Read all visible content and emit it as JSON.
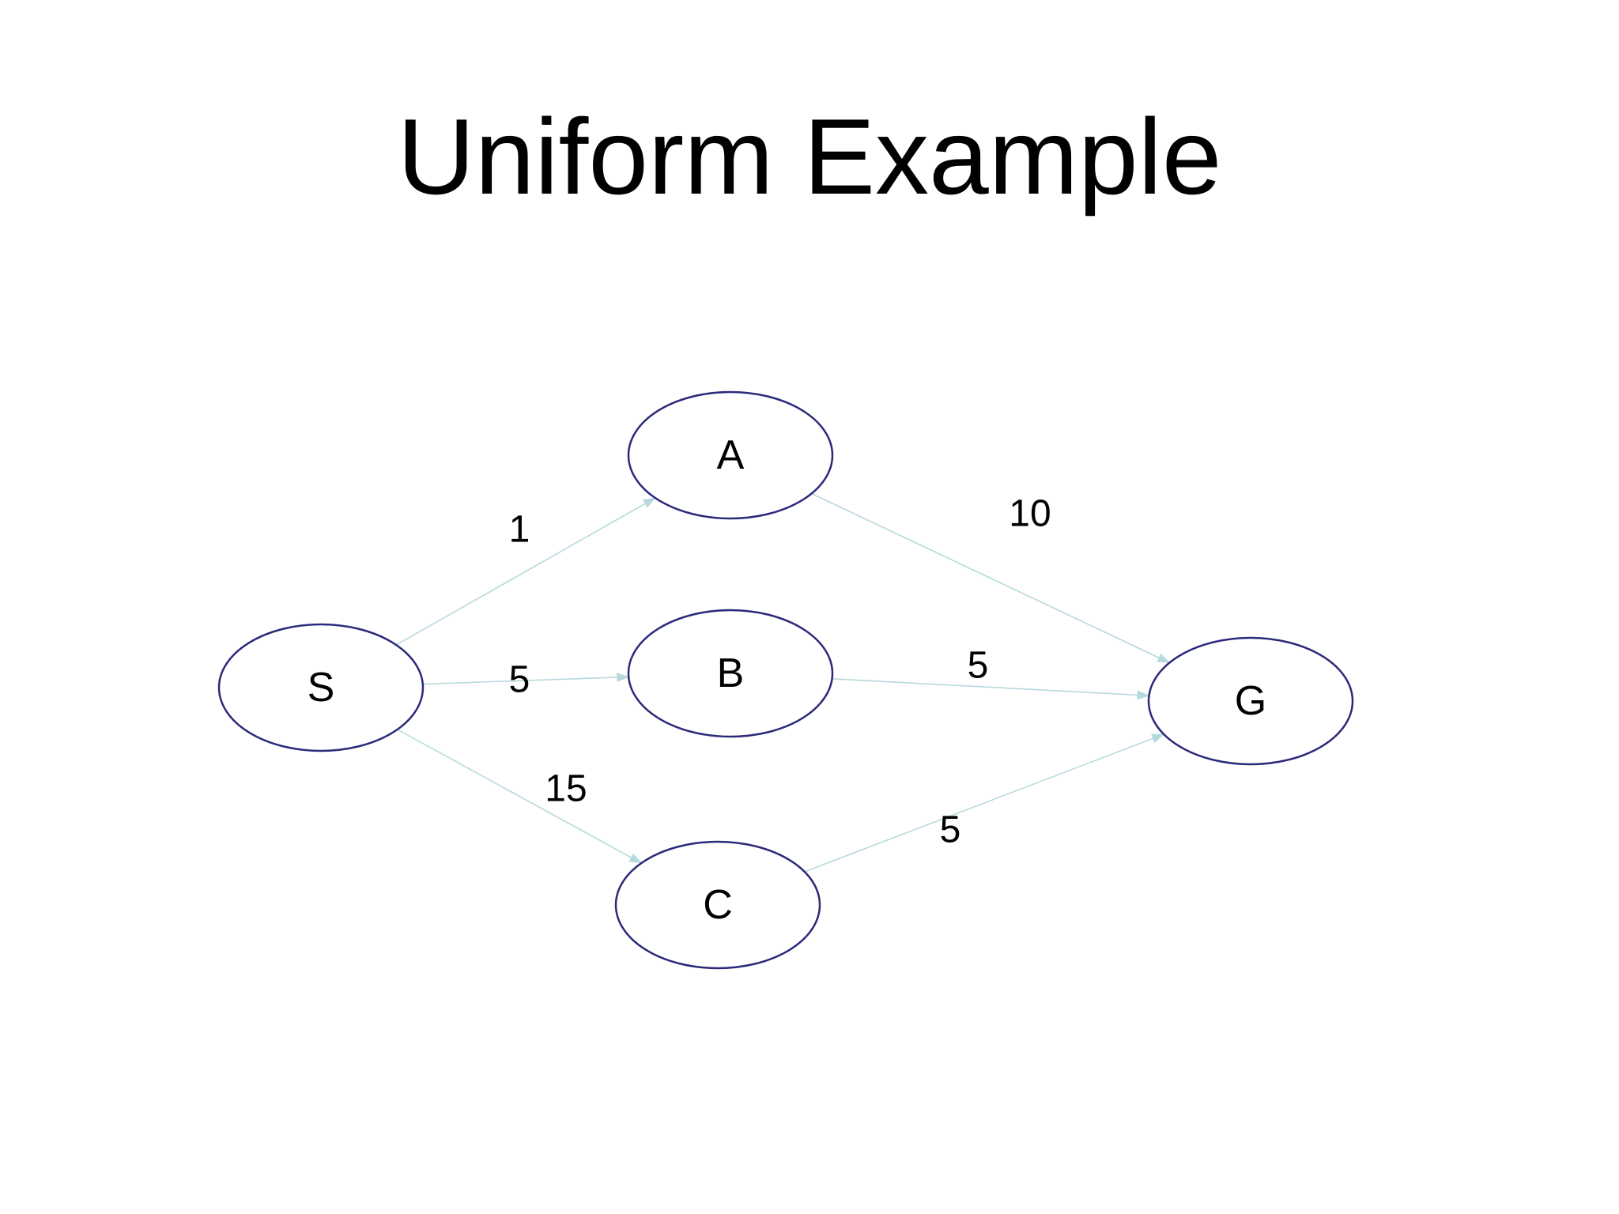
{
  "title": "Uniform Example",
  "colors": {
    "node_stroke": "#2b2a7a",
    "edge": "#b7d9dc",
    "text": "#000000",
    "background": "#ffffff"
  },
  "nodes": [
    {
      "id": "S",
      "label": "S"
    },
    {
      "id": "A",
      "label": "A"
    },
    {
      "id": "B",
      "label": "B"
    },
    {
      "id": "C",
      "label": "C"
    },
    {
      "id": "G",
      "label": "G"
    }
  ],
  "edges": [
    {
      "from": "S",
      "to": "A",
      "weight": "1"
    },
    {
      "from": "S",
      "to": "B",
      "weight": "5"
    },
    {
      "from": "S",
      "to": "C",
      "weight": "15"
    },
    {
      "from": "A",
      "to": "G",
      "weight": "10"
    },
    {
      "from": "B",
      "to": "G",
      "weight": "5"
    },
    {
      "from": "C",
      "to": "G",
      "weight": "5"
    }
  ]
}
